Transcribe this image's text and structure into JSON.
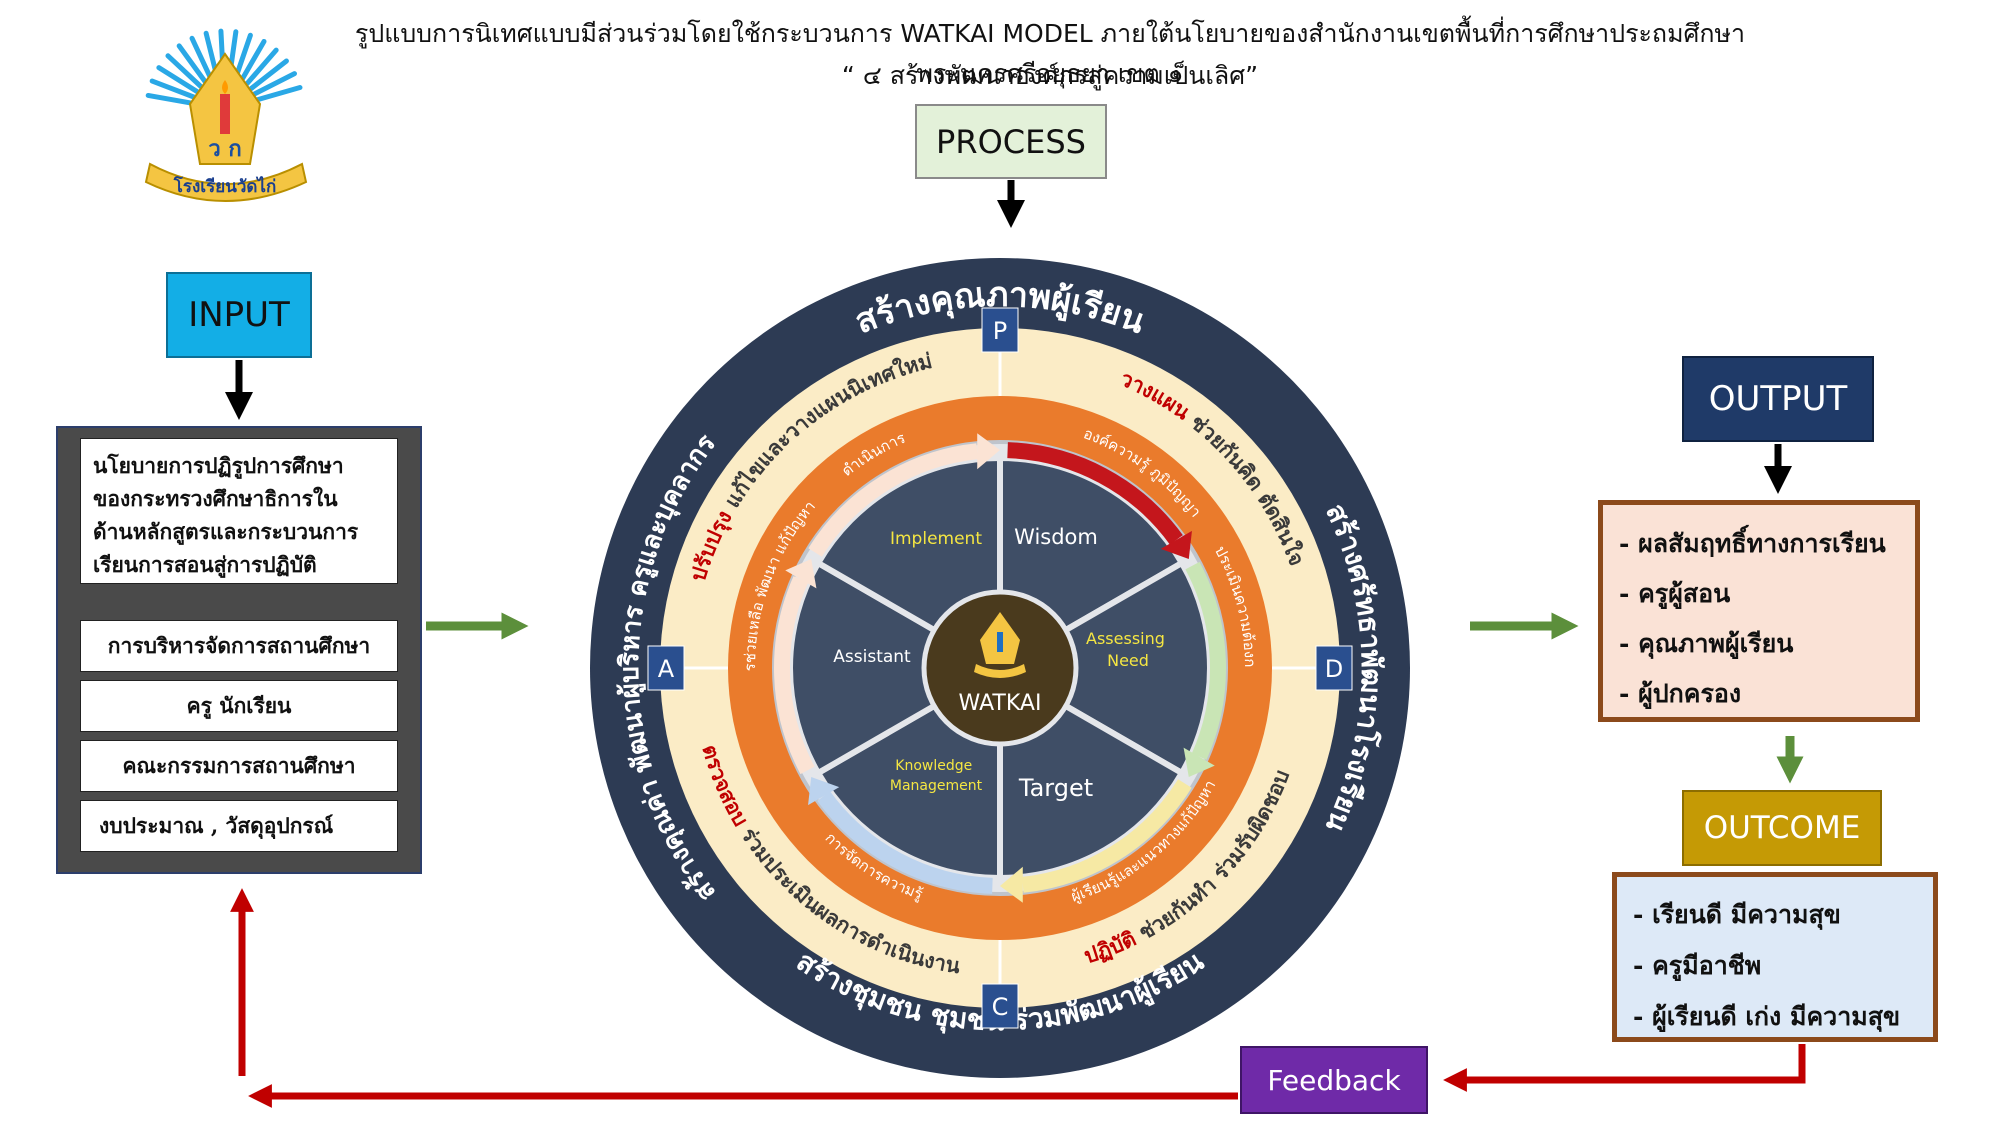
{
  "header": {
    "title_line1": "รูปแบบการนิเทศแบบมีส่วนร่วมโดยใช้กระบวนการ WATKAI MODEL ภายใต้นโยบายของสำนักงานเขตพื้นที่การศึกษาประถมศึกษาพระนครศรีอยุธยา เขต ๑",
    "title_line2": "“ ๔ สร้างพัฒนาองค์กรสู่ความเป็นเลิศ”"
  },
  "logo": {
    "text_top": "ว ก",
    "text_banner": "โรงเรียนวัดไก่",
    "icon": "candle-crown-emblem"
  },
  "labels": {
    "process": "PROCESS",
    "input": "INPUT",
    "output": "OUTPUT",
    "outcome": "OUTCOME",
    "feedback": "Feedback"
  },
  "input_items": [
    "นโยบายการปฏิรูปการศึกษาของกระทรวงศึกษาธิการในด้านหลักสูตรและกระบวนการเรียนการสอนสู่การปฏิบัติ",
    "การบริหารจัดการสถานศึกษา",
    "ครู นักเรียน",
    "คณะกรรมการสถานศึกษา",
    "งบประมาณ , วัสดุอุปกรณ์"
  ],
  "input_item0_lines": [
    "นโยบายการปฏิรูปการศึกษา",
    "ของกระทรวงศึกษาธิการใน",
    "ด้านหลักสูตรและกระบวนการ",
    "เรียนการสอนสู่การปฏิบัติ"
  ],
  "output_items": [
    "- ผลสัมฤทธิ์ทางการเรียน",
    "- ครูผู้สอน",
    "- คุณภาพผู้เรียน",
    "- ผู้ปกครอง"
  ],
  "outcome_items": [
    "- เรียนดี มีความสุข",
    "- ครูมีอาชีพ",
    "- ผู้เรียนดี เก่ง มีความสุข"
  ],
  "wheel": {
    "outer_ring": {
      "top": "สร้างคุณภาพผู้เรียน",
      "right": "สร้างศรัทธาพัฒนาโรงเรียน",
      "bottom": "สร้างชุมชน ชุมชน ร่วมพัฒนาผู้เรียน",
      "left": "สร้างคุณค่า พัฒนาผู้บริหาร ครูและบุคลากร"
    },
    "pdca": {
      "p": "P",
      "d": "D",
      "c": "C",
      "a": "A"
    },
    "cream_ring": {
      "plan_keyword": "วางแผน",
      "plan_rest": "ช่วยกันคิด ตัดสินใจ",
      "do_keyword": "ปฏิบัติ",
      "do_rest": "ช่วยกันทำ ร่วมรับผิดชอบ",
      "check_keyword": "ตรวจสอบ",
      "check_rest": "ร่วมประเมินผลการดำเนินงาน",
      "act_keyword": "ปรับปรุง",
      "act_rest": "แก้ไขและวางแผนนิเทศใหม่"
    },
    "orange_ring": {
      "p": "องค์ความรู้ ภูมิปัญญา",
      "d": "ประเมินความต้องการ",
      "d2": "ผู้เรียนรู้และแนวทางแก้ปัญหา",
      "c": "การจัดการความรู้",
      "a": "ให้การช่วยเหลือ พัฒนา แก้ปัญหา",
      "a2": "ดำเนินการ"
    },
    "segments": [
      "Wisdom",
      "Assessing Need",
      "Target",
      "Knowledge Management",
      "Assistant",
      "Implement"
    ],
    "center": "WATKAI"
  },
  "colors": {
    "navy_ring": "#2d3b54",
    "cream_ring": "#fbecc6",
    "orange_ring": "#ea7b2c",
    "inner_gray": "#e4e6ea",
    "segment": "#3f4e66",
    "center": "#4a3a1d",
    "flow_arrow_green": "#5c8f3b",
    "feedback_red": "#c00000"
  }
}
